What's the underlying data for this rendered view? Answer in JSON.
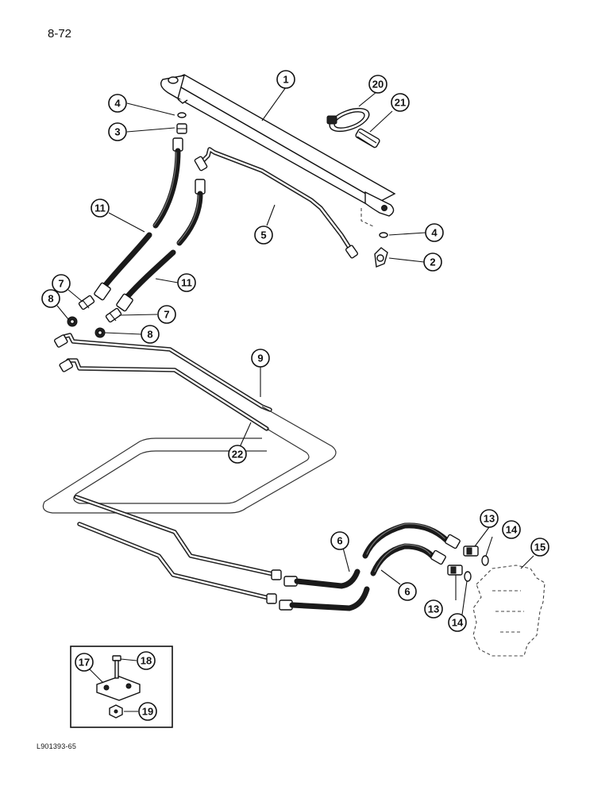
{
  "page": {
    "page_number": "8-72",
    "figure_code": "L901393-65"
  },
  "callouts": {
    "c1": "1",
    "c2": "2",
    "c3": "3",
    "c4a": "4",
    "c4b": "4",
    "c5": "5",
    "c6a": "6",
    "c6b": "6",
    "c7a": "7",
    "c7b": "7",
    "c8a": "8",
    "c8b": "8",
    "c9": "9",
    "c11a": "11",
    "c11b": "11",
    "c13a": "13",
    "c13b": "13",
    "c14a": "14",
    "c14b": "14",
    "c15": "15",
    "c17": "17",
    "c18": "18",
    "c19": "19",
    "c20": "20",
    "c21": "21",
    "c22": "22"
  }
}
